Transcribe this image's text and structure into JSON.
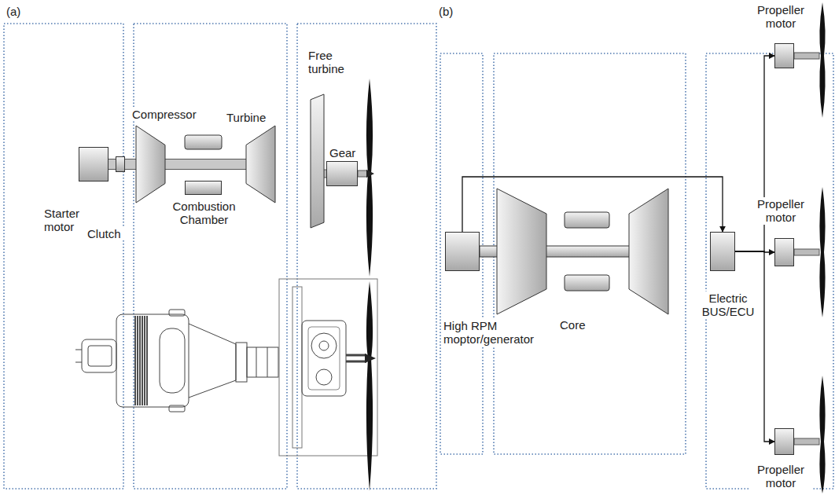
{
  "diagram": {
    "nodes": [
      {
        "text": [
          "Starter motor"
        ]
      },
      {
        "text": [
          "Clutch"
        ]
      },
      {
        "text": [
          "Compressor"
        ]
      },
      {
        "text": [
          "Turbine"
        ]
      },
      {
        "text": [
          "Combustion Chamber"
        ]
      },
      {
        "text": [
          "Free turbine"
        ]
      },
      {
        "text": [
          "Gear"
        ]
      },
      {
        "text": [
          "High RPM moptor/generator"
        ]
      },
      {
        "text": [
          "Electric BUS/ECU"
        ]
      },
      {
        "text": [
          "Propeller motor"
        ]
      },
      {
        "text": [
          "Propeller motor"
        ]
      },
      {
        "text": [
          "Propeller motor"
        ]
      }
    ],
    "edges": [
      {
        "from": 0,
        "to": 1,
        "arrow": "none"
      },
      {
        "from": 1,
        "to": 2,
        "arrow": "none"
      },
      {
        "from": 2,
        "to": 3,
        "arrow": "none"
      },
      {
        "from": 7,
        "to": 8,
        "arrow": "to"
      },
      {
        "from": 8,
        "to": 9,
        "arrow": "to"
      },
      {
        "from": 8,
        "to": 10,
        "arrow": "to"
      },
      {
        "from": 8,
        "to": 11,
        "arrow": "to"
      }
    ],
    "labels": [
      "(a)",
      "(b)",
      "Core"
    ]
  }
}
